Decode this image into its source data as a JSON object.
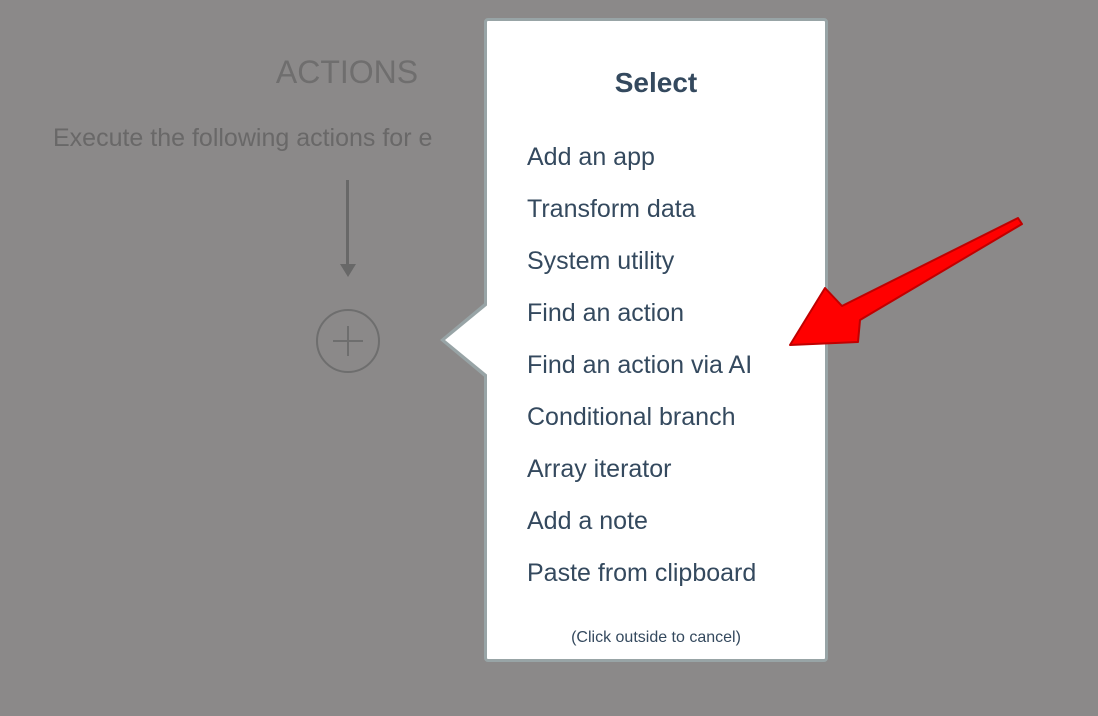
{
  "background": {
    "title": "ACTIONS",
    "subtitle": "Execute the following actions for e"
  },
  "popup": {
    "title": "Select",
    "items": [
      {
        "label": "Add an app"
      },
      {
        "label": "Transform data"
      },
      {
        "label": "System utility"
      },
      {
        "label": "Find an action"
      },
      {
        "label": "Find an action via AI"
      },
      {
        "label": "Conditional branch"
      },
      {
        "label": "Array iterator"
      },
      {
        "label": "Add a note"
      },
      {
        "label": "Paste from clipboard"
      }
    ],
    "cancel_hint": "(Click outside to cancel)"
  },
  "colors": {
    "accent": "#ff0000",
    "text": "#34495e",
    "overlay": "#8b8989"
  }
}
